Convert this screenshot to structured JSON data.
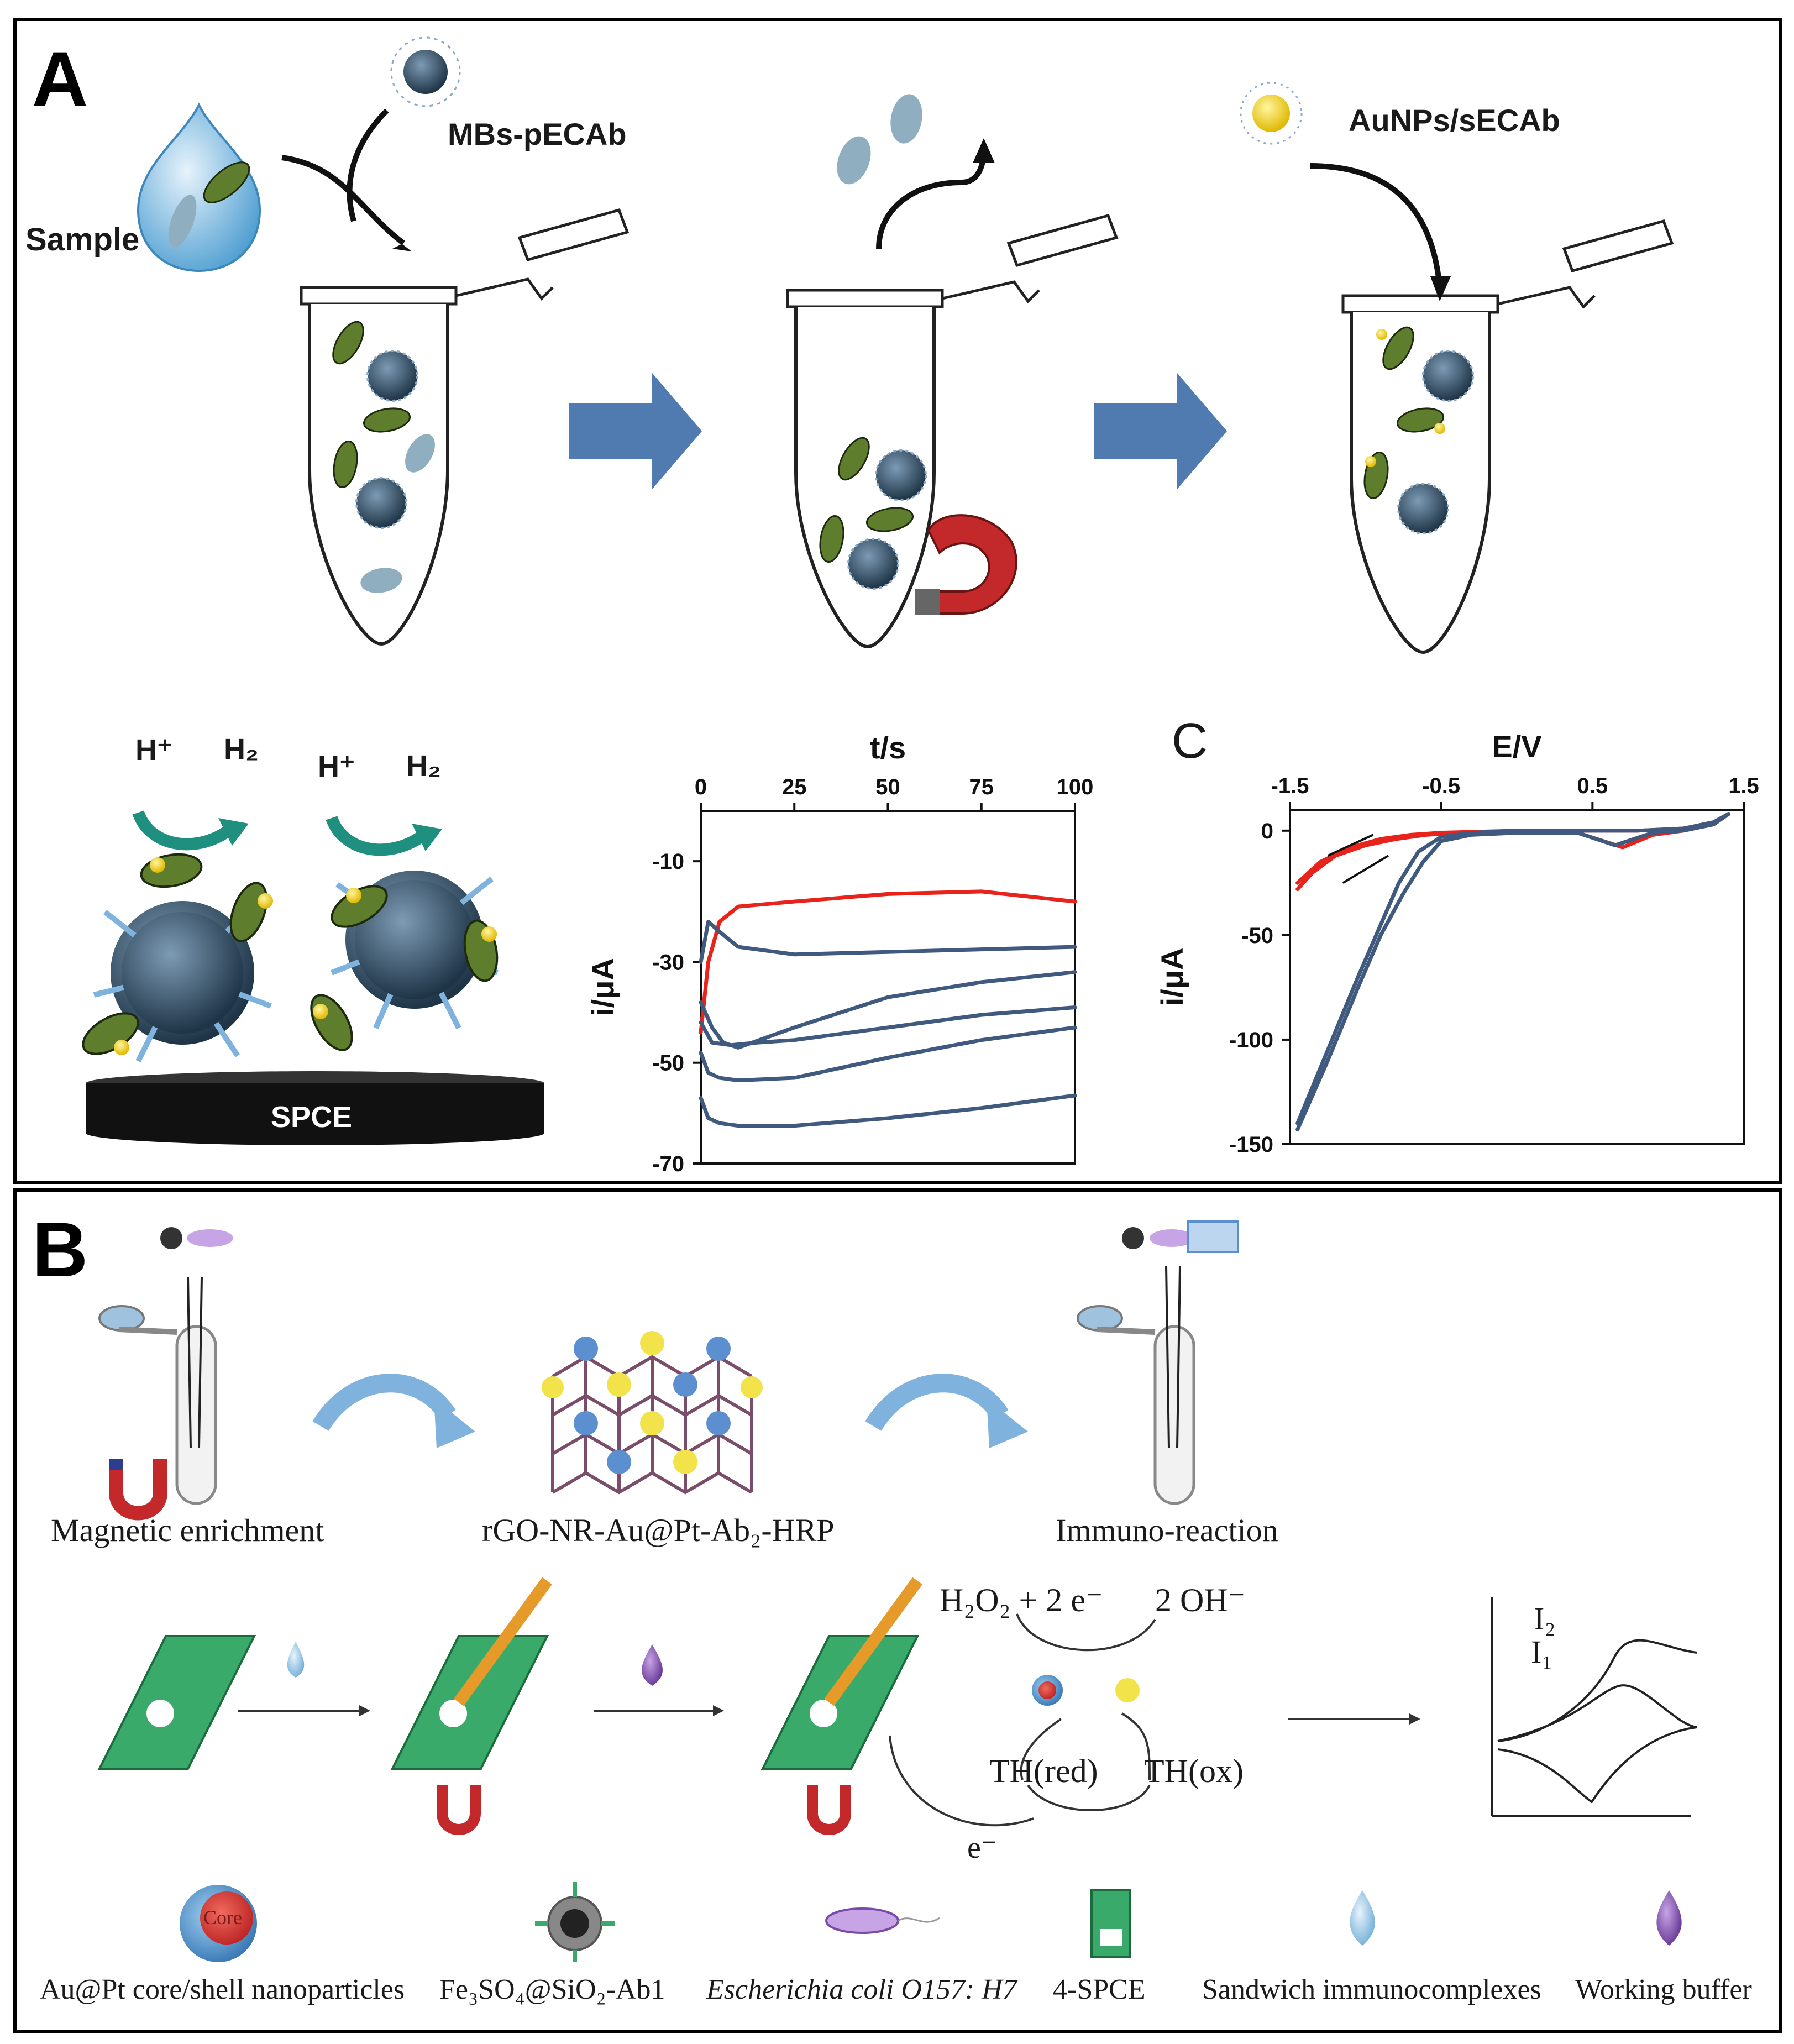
{
  "panel_a": {
    "letter": "A",
    "sample_label": "Sample",
    "mbs_label": "MBs-pECAb",
    "aunps_label": "AuNPs/sECAb",
    "spce_label": "SPCE",
    "reaction": {
      "h_plus": "H⁺",
      "h2": "H₂"
    },
    "colors": {
      "arrow_blue": "#4f7bb0",
      "curve_red": "#e8231c",
      "curve_blue": "#3f5a7e",
      "teal": "#1f8f80",
      "tube_fill": "#ffffff"
    }
  },
  "panel_c": {
    "letter": "C"
  },
  "chart_data": [
    {
      "type": "line",
      "xlabel": "t/s",
      "ylabel": "i/μA",
      "xlim": [
        0,
        100
      ],
      "ylim": [
        -70,
        0
      ],
      "xticks": [
        "0",
        "25",
        "50",
        "75",
        "100"
      ],
      "yticks": [
        "-10",
        "-30",
        "-50",
        "-70"
      ],
      "grid": false,
      "series": [
        {
          "color": "#e8231c",
          "x": [
            0,
            2,
            5,
            10,
            25,
            50,
            75,
            100
          ],
          "y": [
            -44,
            -30,
            -22,
            -19,
            -18,
            -16.5,
            -16,
            -18
          ]
        },
        {
          "color": "#3f5a7e",
          "x": [
            0,
            2,
            5,
            10,
            25,
            50,
            75,
            100
          ],
          "y": [
            -30,
            -22,
            -24,
            -27,
            -28.5,
            -28,
            -27.5,
            -27
          ]
        },
        {
          "color": "#3f5a7e",
          "x": [
            0,
            3,
            6,
            10,
            25,
            50,
            75,
            100
          ],
          "y": [
            -38,
            -43,
            -46,
            -47,
            -43,
            -37,
            -34,
            -32
          ]
        },
        {
          "color": "#3f5a7e",
          "x": [
            0,
            3,
            8,
            15,
            25,
            50,
            75,
            100
          ],
          "y": [
            -42,
            -46,
            -46.5,
            -46,
            -45.5,
            -43,
            -40.5,
            -39
          ]
        },
        {
          "color": "#3f5a7e",
          "x": [
            0,
            2,
            5,
            10,
            25,
            50,
            75,
            100
          ],
          "y": [
            -48,
            -52,
            -53,
            -53.5,
            -53,
            -49,
            -45.5,
            -43
          ]
        },
        {
          "color": "#3f5a7e",
          "x": [
            0,
            2,
            5,
            10,
            25,
            50,
            75,
            100
          ],
          "y": [
            -57,
            -61,
            -62,
            -62.5,
            -62.5,
            -61,
            -59,
            -56.5
          ]
        }
      ]
    },
    {
      "type": "line",
      "xlabel": "E/V",
      "ylabel": "i/μA",
      "xlim": [
        -1.5,
        1.5
      ],
      "ylim": [
        -150,
        10
      ],
      "xticks": [
        "-1.5",
        "-0.5",
        "0.5",
        "1.5"
      ],
      "yticks": [
        "0",
        "-50",
        "-100",
        "-150"
      ],
      "grid": false,
      "series": [
        {
          "color": "#e8231c",
          "x": [
            -1.45,
            -1.35,
            -1.2,
            -1.0,
            -0.8,
            -0.6,
            -0.4,
            0.0,
            0.4,
            0.7,
            0.9,
            1.1,
            1.3,
            1.4
          ],
          "y": [
            -28,
            -20,
            -12,
            -7,
            -4,
            -2,
            -1,
            -1,
            -1,
            -8,
            -2,
            0,
            3,
            8
          ]
        },
        {
          "color": "#e8231c",
          "x": [
            -1.45,
            -1.3,
            -1.1,
            -0.9,
            -0.7,
            -0.5,
            0.0,
            0.5,
            0.8,
            1.1,
            1.3,
            1.4
          ],
          "y": [
            -25,
            -15,
            -8,
            -4,
            -2,
            -1,
            0,
            0,
            0,
            1,
            4,
            8
          ]
        },
        {
          "color": "#3f5a7e",
          "x": [
            -1.45,
            -1.25,
            -1.05,
            -0.9,
            -0.75,
            -0.62,
            -0.5,
            -0.3,
            0.0,
            0.4,
            0.65,
            0.9,
            1.1,
            1.3,
            1.4
          ],
          "y": [
            -143,
            -110,
            -75,
            -50,
            -30,
            -15,
            -5,
            -2,
            -1,
            -1,
            -7,
            -1,
            0,
            3,
            8
          ]
        },
        {
          "color": "#3f5a7e",
          "x": [
            -1.45,
            -1.25,
            -1.05,
            -0.9,
            -0.78,
            -0.65,
            -0.5,
            -0.3,
            0.0,
            0.4,
            0.8,
            1.1,
            1.3,
            1.4
          ],
          "y": [
            -140,
            -105,
            -70,
            -45,
            -25,
            -10,
            -3,
            -1,
            0,
            0,
            0,
            1,
            4,
            8
          ]
        }
      ]
    }
  ],
  "panel_b": {
    "letter": "B",
    "step_labels": [
      "Magnetic enrichment",
      "rGO-NR-Au@Pt-Ab₂-HRP",
      "Immuno-reaction"
    ],
    "reaction": {
      "h2o2": "H₂O₂ + 2 e⁻",
      "oh": "2 OH⁻",
      "th_red": "TH(red)",
      "th_ox": "TH(ox)",
      "electron": "e⁻",
      "i2": "I₂",
      "i1": "I₁",
      "core": "Core"
    },
    "legend": [
      "Au@Pt core/shell nanoparticles",
      "Fe₃SO₄@SiO₂-Ab1",
      "Escherichia coli O157: H7",
      "4-SPCE",
      "Sandwich immunocomplexes",
      "Working buffer"
    ],
    "colors": {
      "arrow_light_blue": "#7fb2dd",
      "spce_green": "#3aaa6a",
      "purple": "#7b4aa8",
      "magnet_red": "#c3282b",
      "magnet_blue": "#2e3d8f"
    }
  }
}
